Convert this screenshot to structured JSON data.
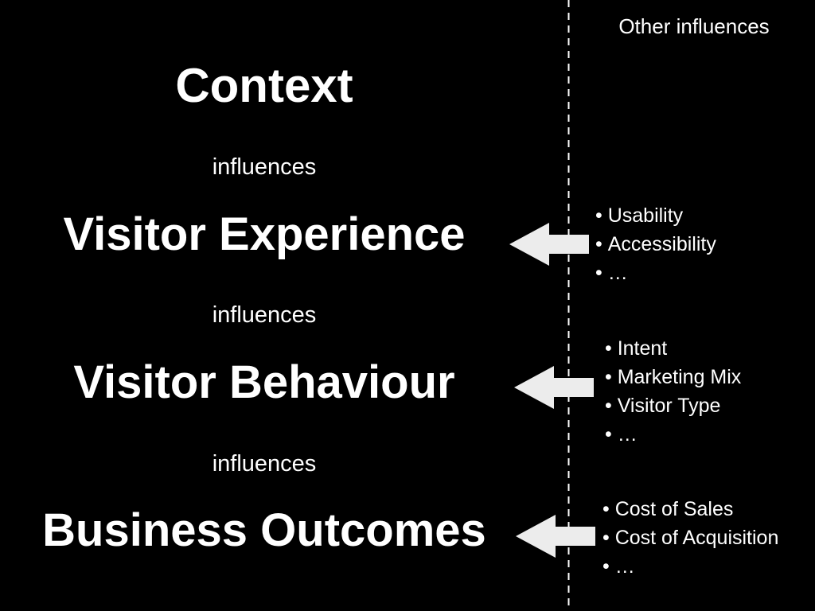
{
  "right_header": "Other influences",
  "colors": {
    "background": "#000000",
    "text": "#ffffff",
    "arrow": "#ececec"
  },
  "stages": [
    {
      "title": "Context"
    },
    {
      "title": "Visitor Experience",
      "influences": [
        "Usability",
        "Accessibility",
        "…"
      ]
    },
    {
      "title": "Visitor Behaviour",
      "influences": [
        "Intent",
        "Marketing Mix",
        "Visitor Type",
        "…"
      ]
    },
    {
      "title": "Business Outcomes",
      "influences": [
        "Cost of Sales",
        "Cost of Acquisition",
        "…"
      ]
    }
  ],
  "connectors": [
    "influences",
    "influences",
    "influences"
  ]
}
